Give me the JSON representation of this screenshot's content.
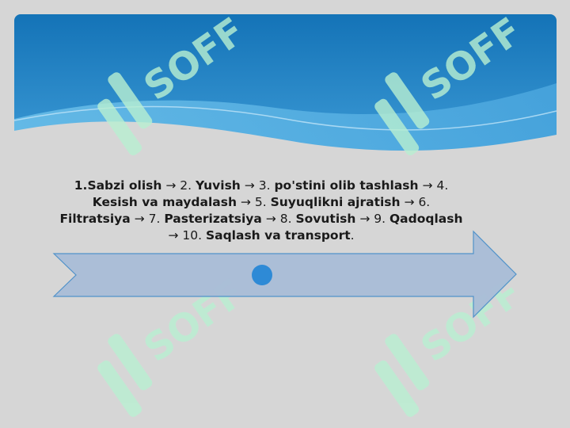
{
  "steps": [
    {
      "num": "1.",
      "label": "Sabzi olish"
    },
    {
      "num": "2.",
      "label": "Yuvish"
    },
    {
      "num": "3.",
      "label": "po'stini olib tashlash"
    },
    {
      "num": "4.",
      "label": "Kesish va maydalash"
    },
    {
      "num": "5.",
      "label": "Suyuqlikni ajratish"
    },
    {
      "num": "6.",
      "label": "Filtratsiya"
    },
    {
      "num": "7.",
      "label": "Pasterizatsiya"
    },
    {
      "num": "8.",
      "label": "Sovutish"
    },
    {
      "num": "9.",
      "label": "Qadoqlash"
    },
    {
      "num": "10.",
      "label": "Saqlash va transport"
    }
  ],
  "arrow_symbol": "→",
  "end_punct": ".",
  "watermark_text": "SOFF",
  "colors": {
    "background": "#d6d6d6",
    "banner_top": "#1a7fc2",
    "banner_light": "#5cb4e6",
    "arrow_fill": "#a9bdd8",
    "arrow_stroke": "#4a8fc9",
    "dot": "#2e8ad6",
    "watermark": "#b9f0d2"
  }
}
